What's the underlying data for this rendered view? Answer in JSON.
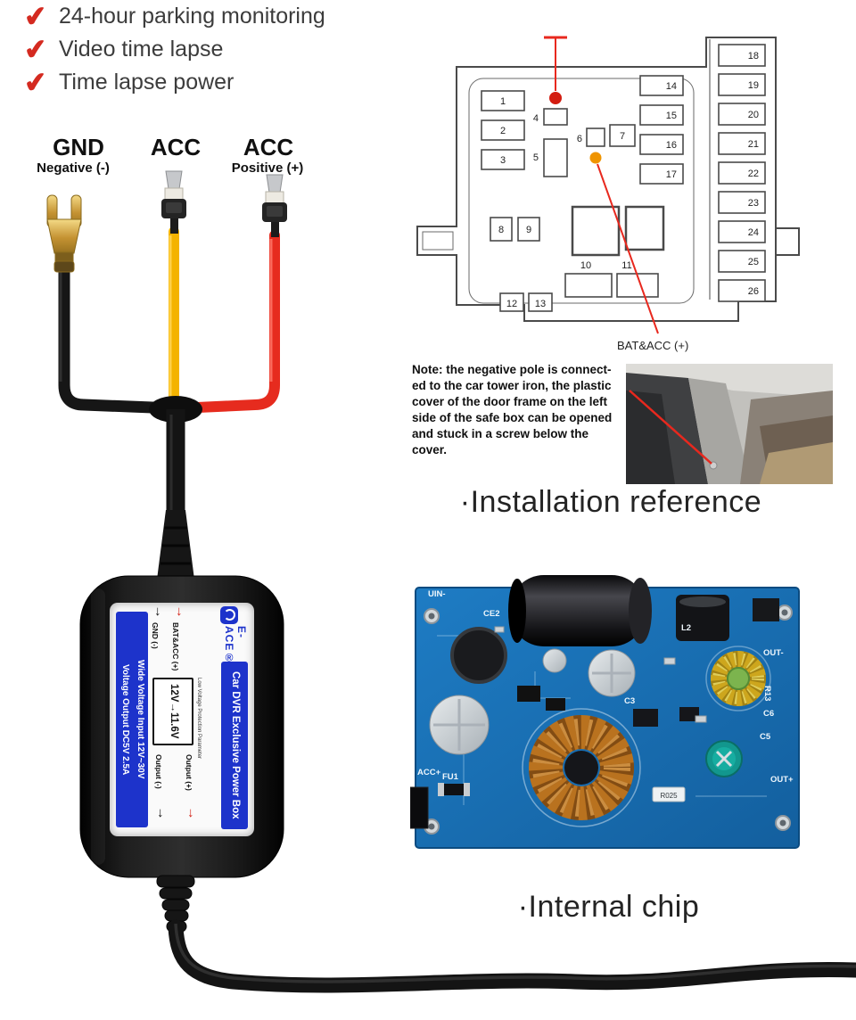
{
  "icons": {
    "check": "✔",
    "down_arrow": "↓"
  },
  "features": {
    "items": [
      "24-hour parking monitoring",
      "Video time lapse",
      "Time lapse power"
    ]
  },
  "wiring": {
    "gnd_label": "GND",
    "gnd_sub": "Negative (-)",
    "acc_label": "ACC",
    "acc_pos_label": "ACC",
    "acc_pos_sub": "Positive (+)"
  },
  "device_label": {
    "brand": "E-ACE®",
    "input_gnd": "GND (-)",
    "input_bat": "BAT&ACC (+)",
    "spec1": "Wide Voltage Input 12V~30V",
    "spec2": "Voltage Output DC5V 2.5A",
    "display": "12V→11.6V",
    "display_note": "Low Voltage Protection Parameter",
    "title": "Car DVR Exclusive Power Box",
    "output_neg": "Output (-)",
    "output_pos": "Output (+)"
  },
  "fusebox": {
    "fuses": [
      "1",
      "2",
      "3",
      "4",
      "5",
      "6",
      "7",
      "8",
      "9",
      "10",
      "11",
      "12",
      "13",
      "14",
      "15",
      "16",
      "17",
      "18",
      "19",
      "20",
      "21",
      "22",
      "23",
      "24",
      "25",
      "26"
    ],
    "caption": "BAT&ACC (+)"
  },
  "note_text": "Note: the negative pole is connect-ed to the car tower iron, the plastic cover of the door frame on the left side of the safe box can be opened and stuck in a screw below the cover.",
  "sections": {
    "installation": "·Installation reference",
    "internal": "·Internal chip"
  },
  "pcb": {
    "labels": {
      "uin": "UIN-",
      "ce2": "CE2",
      "l2": "L2",
      "out_neg": "OUT-",
      "r13": "R13",
      "c3": "C3",
      "c6": "C6",
      "c5": "C5",
      "acc_pos": "ACC+",
      "fu1": "FU1",
      "out_pos": "OUT+",
      "r025": "R025"
    }
  },
  "colors": {
    "check_red": "#d42a20",
    "wire_black": "#161616",
    "wire_yellow": "#f4b300",
    "wire_red": "#e62b1e",
    "label_blue": "#1d33cb",
    "pcb_blue": "#1b74ba",
    "pointer_red": "#e8281e"
  }
}
